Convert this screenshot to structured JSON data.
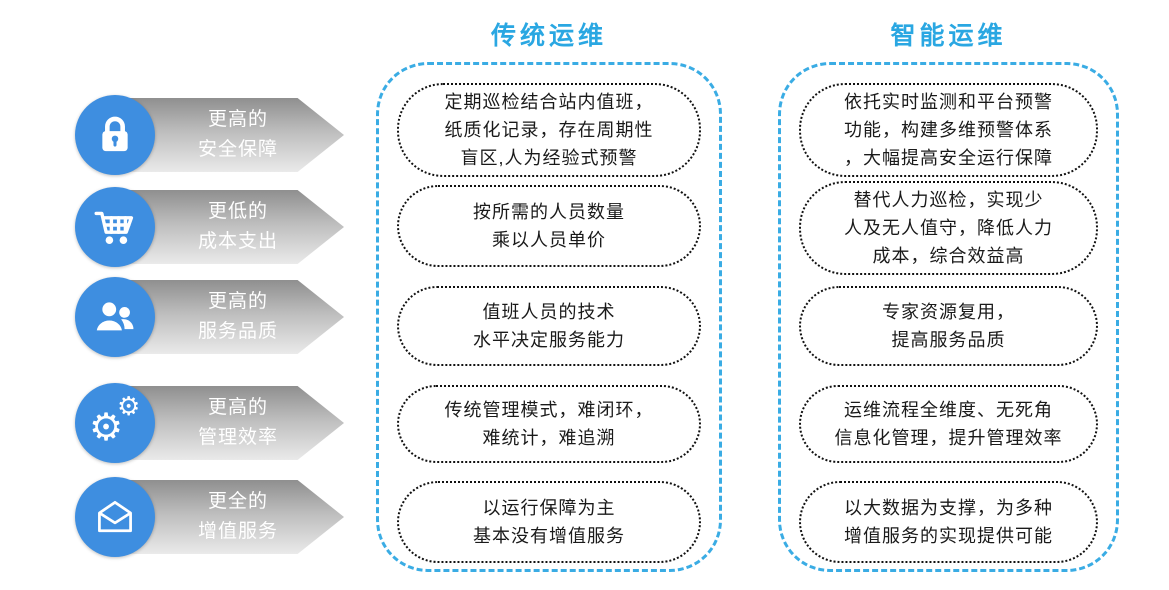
{
  "headers": {
    "traditional": "传统运维",
    "intelligent": "智能运维"
  },
  "categories": [
    {
      "icon": "lock-icon",
      "lines": [
        "更高的",
        "安全保障"
      ]
    },
    {
      "icon": "cart-icon",
      "lines": [
        "更低的",
        "成本支出"
      ]
    },
    {
      "icon": "users-icon",
      "lines": [
        "更高的",
        "服务品质"
      ]
    },
    {
      "icon": "gears-icon",
      "lines": [
        "更高的",
        "管理效率"
      ]
    },
    {
      "icon": "mail-icon",
      "lines": [
        "更全的",
        "增值服务"
      ]
    }
  ],
  "traditional_boxes": [
    {
      "lines": [
        "定期巡检结合站内值班，",
        "纸质化记录，存在周期性",
        "盲区,人为经验式预警"
      ]
    },
    {
      "lines": [
        "按所需的人员数量",
        "乘以人员单价"
      ]
    },
    {
      "lines": [
        "值班人员的技术",
        "水平决定服务能力"
      ]
    },
    {
      "lines": [
        "传统管理模式，难闭环，",
        "难统计，难追溯"
      ]
    },
    {
      "lines": [
        "以运行保障为主",
        "基本没有增值服务"
      ]
    }
  ],
  "intelligent_boxes": [
    {
      "lines": [
        "依托实时监测和平台预警",
        "功能，构建多维预警体系",
        "，大幅提高安全运行保障"
      ]
    },
    {
      "lines": [
        "替代人力巡检，实现少",
        "人及无人值守，降低人力",
        "成本，综合效益高"
      ]
    },
    {
      "lines": [
        "专家资源复用，",
        "提高服务品质"
      ]
    },
    {
      "lines": [
        "运维流程全维度、无死角",
        "信息化管理，提升管理效率"
      ]
    },
    {
      "lines": [
        "以大数据为支撑，为多种",
        "增值服务的实现提供可能"
      ]
    }
  ],
  "colors": {
    "header_blue": "#2AA7E2",
    "container_dash_blue": "#3AACE4",
    "icon_circle_blue": "#3E8EE0",
    "box_border": "#111111",
    "box_text": "#1A1A1A",
    "arrow_gradient_start": "#8F8F8F",
    "arrow_gradient_end": "#EAEAEA",
    "label_text": "#FFFFFF"
  }
}
